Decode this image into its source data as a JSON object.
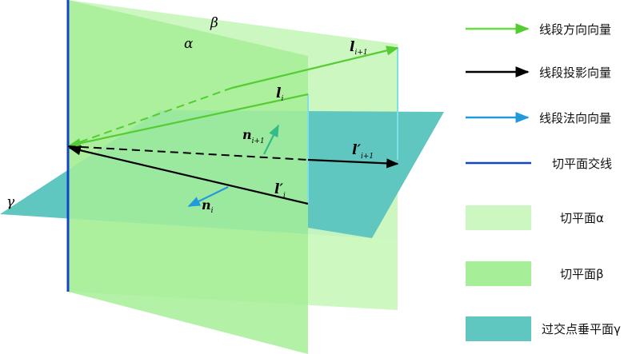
{
  "diagram": {
    "planes": {
      "alpha_label": "α",
      "beta_label": "β",
      "gamma_label": "γ"
    },
    "vectors": {
      "l_i_plus_1": {
        "base": "l",
        "sub": "i+1"
      },
      "l_i": {
        "base": "l",
        "sub": "i"
      },
      "n_i_plus_1": {
        "base": "n",
        "sub": "i+1"
      },
      "l_prime_i_plus_1": {
        "base": "l′",
        "sub": "i+1"
      },
      "l_prime_i": {
        "base": "l′",
        "sub": "i"
      },
      "n_i": {
        "base": "n",
        "sub": "i"
      }
    }
  },
  "legend": {
    "items": [
      {
        "label": "线段方向向量"
      },
      {
        "label": "线段投影向量"
      },
      {
        "label": "线段法向向量"
      },
      {
        "label": "切平面交线"
      },
      {
        "label": "切平面α"
      },
      {
        "label": "切平面β"
      },
      {
        "label": "过交点垂平面γ"
      }
    ]
  },
  "colors": {
    "direction_vector": "#66dd44",
    "projection_vector": "#000000",
    "normal_vector": "#2299dd",
    "intersection_line": "#1144cc",
    "plane_alpha": "#cdf7c0",
    "plane_beta": "#a6ee98",
    "plane_gamma": "#5fc6c0"
  }
}
